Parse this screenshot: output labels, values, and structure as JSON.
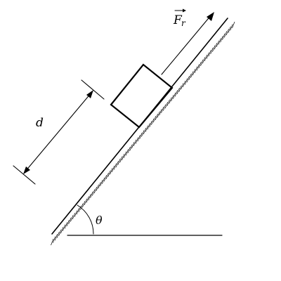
{
  "labels": {
    "distance": "d",
    "force": "F",
    "force_subscript": "r",
    "angle": "θ"
  }
}
